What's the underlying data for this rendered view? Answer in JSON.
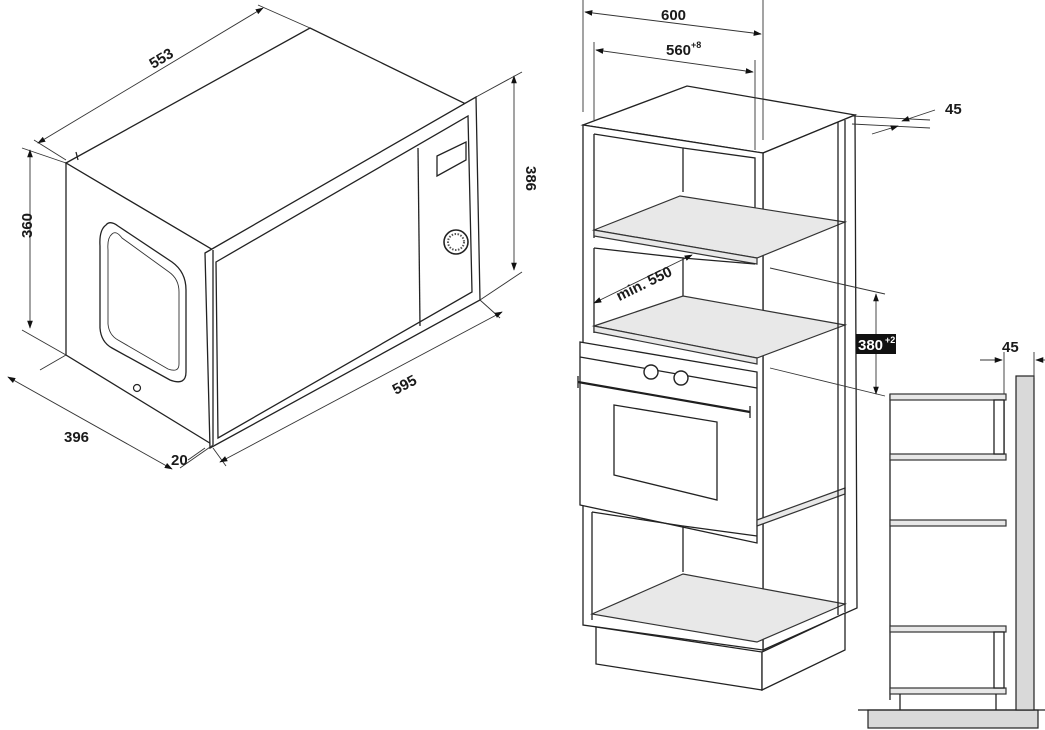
{
  "microwave": {
    "dims": {
      "depth": "553",
      "height_body": "360",
      "height_frame": "386",
      "depth_total": "396",
      "frame_offset": "20",
      "width_frame": "595"
    }
  },
  "cabinet": {
    "dims": {
      "width_outer": "600",
      "width_inner": "560",
      "width_inner_tol": "+8",
      "min_depth": "min. 550",
      "niche_height": "380",
      "niche_height_tol": "+2",
      "panel_thickness": "45"
    }
  },
  "side_view": {
    "dims": {
      "panel_thickness": "45"
    }
  },
  "colors": {
    "line": "#222222",
    "shelf": "#e8e8e8",
    "label_box": "#111111"
  }
}
